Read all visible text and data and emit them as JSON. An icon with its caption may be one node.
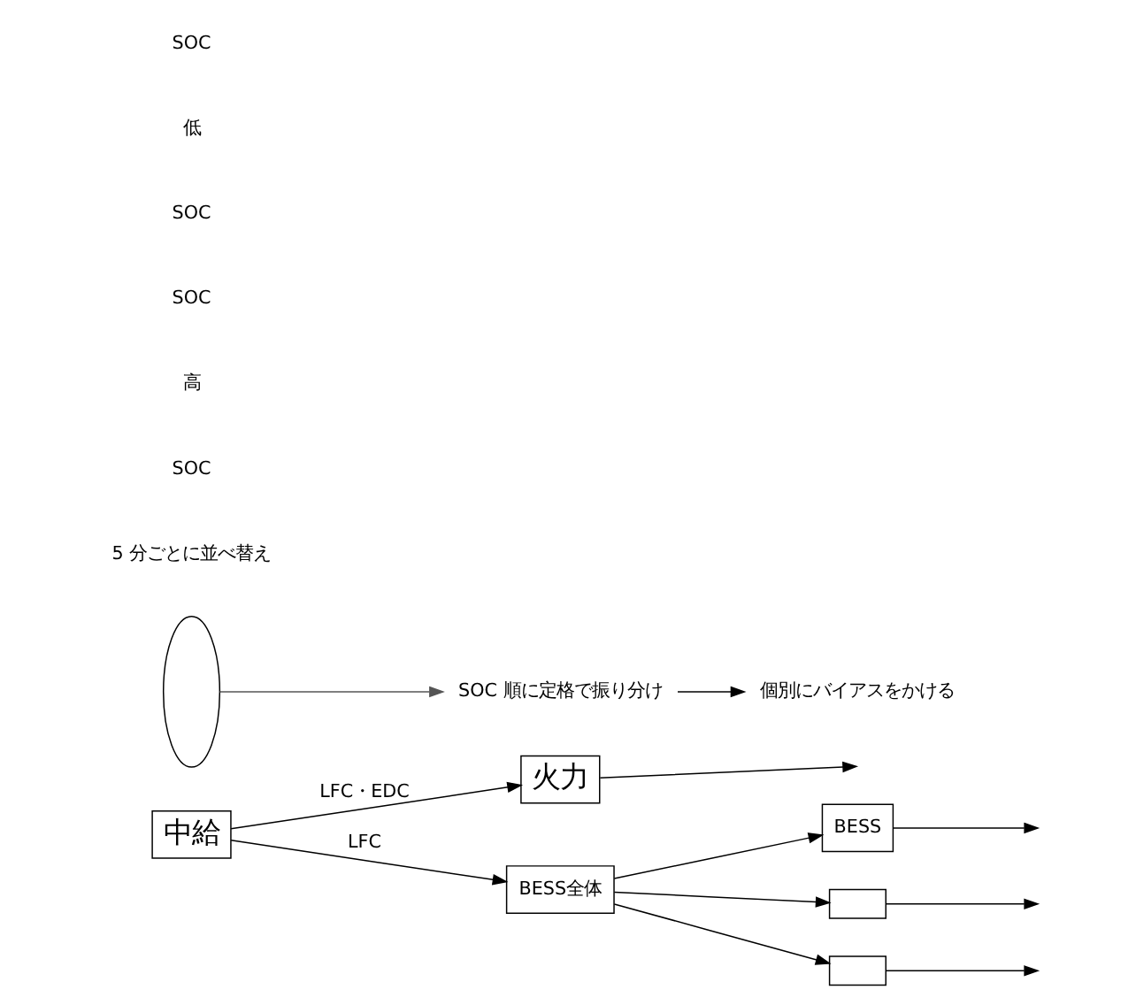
{
  "diagram": {
    "nodes": [
      {
        "text": [
          "中給"
        ]
      },
      {
        "text": [
          "火力"
        ]
      },
      {
        "text": [
          "BESS全体"
        ]
      },
      {
        "text": [
          "BESS"
        ]
      },
      {
        "text": [],
        "shape": "box"
      },
      {
        "text": [],
        "shape": "box"
      },
      {
        "text": [],
        "shape": "ellipse"
      },
      {
        "text": [
          "SOC 順に定格で振り分け"
        ]
      },
      {
        "text": [
          "個別にバイアスをかける"
        ]
      }
    ],
    "edges": [
      {
        "from": 0,
        "to": 1,
        "arrow": "to",
        "label": "LFC・EDC"
      },
      {
        "from": 0,
        "to": 2,
        "arrow": "to",
        "label": "LFC"
      },
      {
        "from": 1,
        "to": null,
        "arrow": "to"
      },
      {
        "from": 2,
        "to": 3,
        "arrow": "to"
      },
      {
        "from": 2,
        "to": 4,
        "arrow": "to"
      },
      {
        "from": 2,
        "to": 5,
        "arrow": "to"
      },
      {
        "from": 3,
        "to": null,
        "arrow": "to"
      },
      {
        "from": 4,
        "to": null,
        "arrow": "to"
      },
      {
        "from": 5,
        "to": null,
        "arrow": "to"
      },
      {
        "from": 6,
        "to": 7,
        "arrow": "to",
        "color": "#555555"
      },
      {
        "from": 7,
        "to": 8,
        "arrow": "to"
      }
    ],
    "labels": [
      "5 分ごとに並べ替え",
      "SOC",
      "高",
      "SOC",
      "SOC",
      "低",
      "SOC"
    ]
  }
}
